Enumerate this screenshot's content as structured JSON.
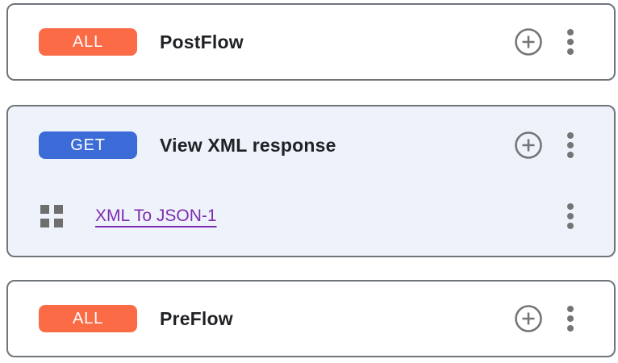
{
  "panel": {
    "flows": [
      {
        "method": "ALL",
        "title": "PostFlow",
        "policies": []
      },
      {
        "method": "GET",
        "title": "View XML response",
        "policies": [
          {
            "name": "XML To JSON-1"
          }
        ]
      },
      {
        "method": "ALL",
        "title": "PreFlow",
        "policies": []
      }
    ]
  },
  "icons": {
    "add": "plus-circle-icon",
    "menu": "kebab-menu-icon",
    "policy": "policy-steps-icon"
  },
  "colors": {
    "method_all_bg": "#FA6B46",
    "method_get_bg": "#3B6BD6",
    "selected_card_bg": "#EEF2FB",
    "card_border": "#70757A",
    "icon_gray": "#757575",
    "title_text": "#1F2124",
    "policy_link": "#7D2DAF"
  }
}
